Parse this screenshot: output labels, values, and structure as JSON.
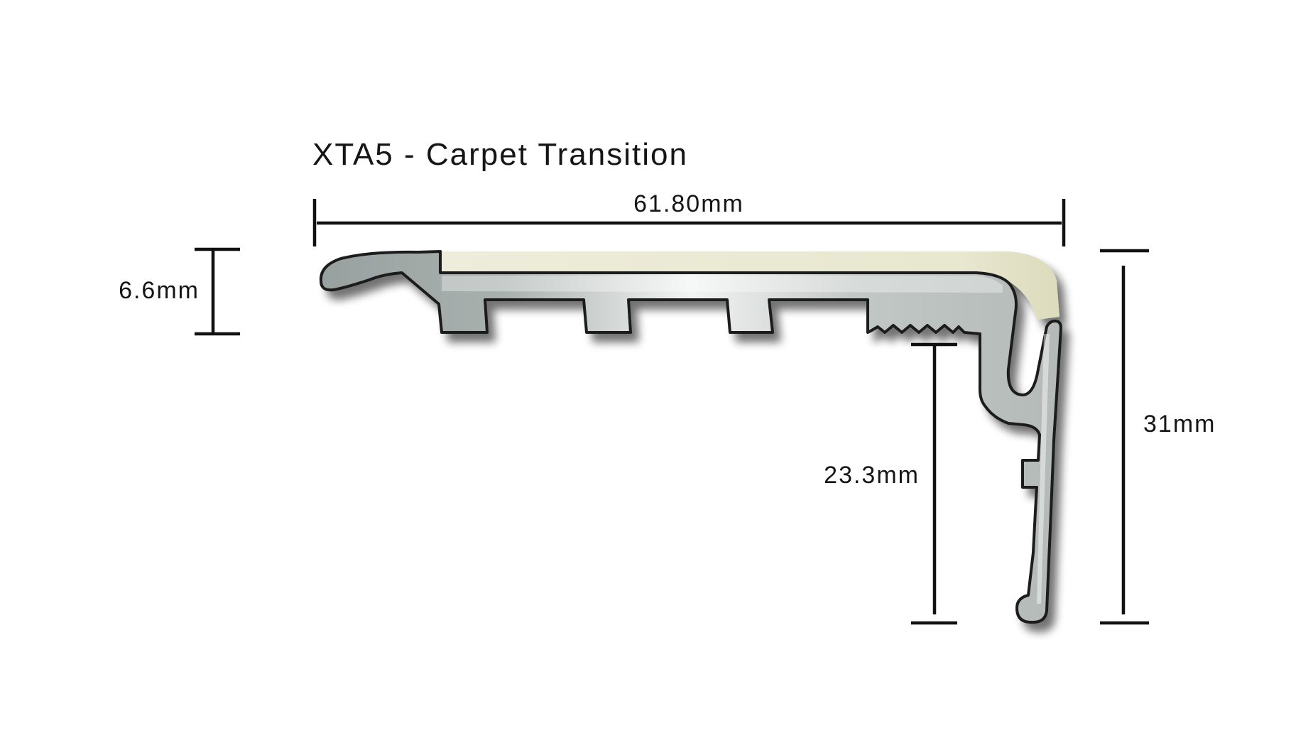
{
  "title": "XTA5 - Carpet Transition",
  "dimensions": {
    "overall_width": "61.80mm",
    "top_thickness": "6.6mm",
    "overall_height": "31mm",
    "leg_height": "23.3mm"
  },
  "colors": {
    "profile_metal": "#a9b1af",
    "profile_highlight": "#f3f5f4",
    "insert": "#e7e6cf",
    "outline": "#1c1c1c",
    "dimension_lines": "#111111",
    "background": "#ffffff"
  }
}
